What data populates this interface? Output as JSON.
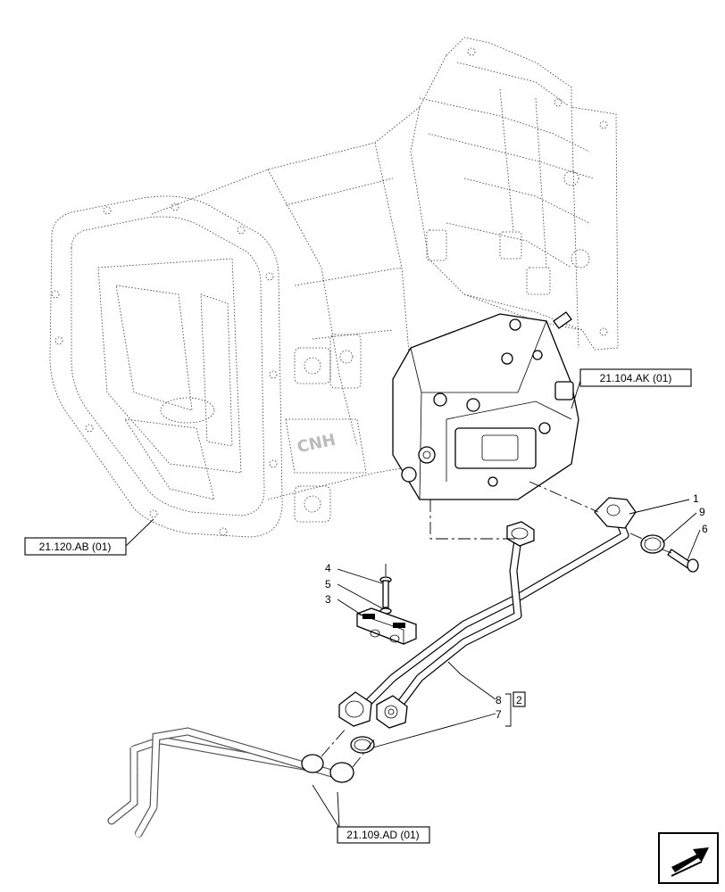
{
  "references": {
    "valve_ref": "21.104.AK (01)",
    "housing_ref": "21.120.AB (01)",
    "pipe_ref": "21.109.AD (01)"
  },
  "callouts": {
    "c1": "1",
    "c9": "9",
    "c6": "6",
    "c4": "4",
    "c5": "5",
    "c3": "3",
    "c8": "8",
    "c7": "7",
    "c2": "2"
  },
  "casting_mark": "CNH",
  "nav_icon": "next-page-arrow-icon"
}
